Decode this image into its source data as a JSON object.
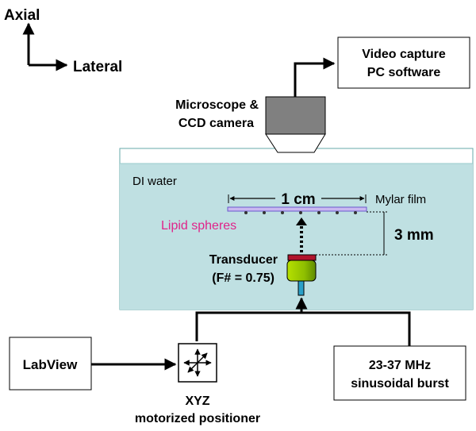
{
  "axes": {
    "axial": "Axial",
    "lateral": "Lateral"
  },
  "video_box": {
    "line1": "Video capture",
    "line2": "PC software"
  },
  "microscope": {
    "line1": "Microscope &",
    "line2": "CCD camera"
  },
  "tank": {
    "label": "DI water"
  },
  "film": {
    "width_label": "1 cm",
    "label": "Mylar film"
  },
  "spheres": {
    "label": "Lipid spheres"
  },
  "gap": {
    "label": "3 mm"
  },
  "transducer": {
    "line1": "Transducer",
    "line2": "(F# = 0.75)"
  },
  "labview": {
    "label": "LabView"
  },
  "burst": {
    "line1": "23-37 MHz",
    "line2": "sinusoidal burst"
  },
  "positioner": {
    "line1": "XYZ",
    "line2": "motorized positioner"
  },
  "colors": {
    "water": "#bfe0e2",
    "film": "#c9b8f0",
    "sphere_label": "#e0248a",
    "transducer_top": "#b0142c",
    "transducer_body": "#9ccc00",
    "stem": "#2aa0c8",
    "camera": "#808080"
  }
}
